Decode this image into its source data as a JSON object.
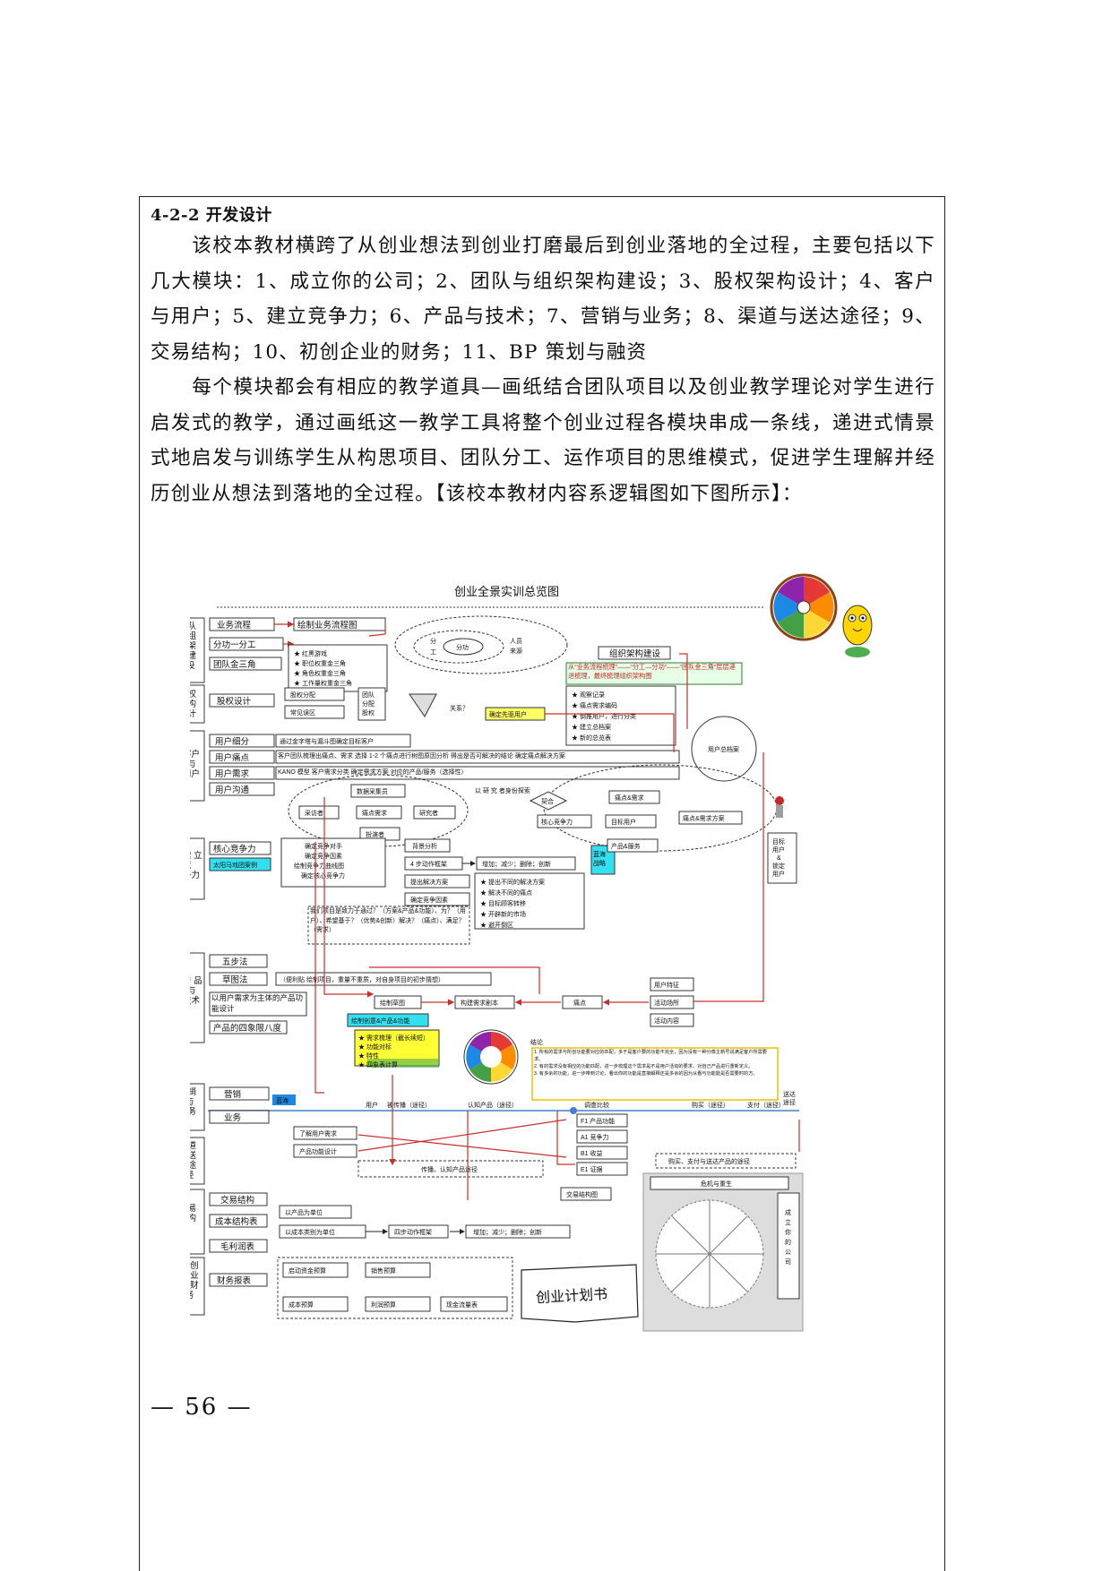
{
  "heading": "4-2-2 开发设计",
  "paragraphs": [
    "该校本教材横跨了从创业想法到创业打磨最后到创业落地的全过程，主要包括以下几大模块：1、成立你的公司；2、团队与组织架构建设；3、股权架构设计；4、客户与用户；5、建立竞争力；6、产品与技术；7、营销与业务；8、渠道与送达途径；9、交易结构；10、初创企业的财务；11、BP 策划与融资",
    "每个模块都会有相应的教学道具—画纸结合团队项目以及创业教学理论对学生进行启发式的教学，通过画纸这一教学工具将整个创业过程各模块串成一条线，递进式情景式地启发与训练学生从构思项目、团队分工、运作项目的思维模式，促进学生理解并经历创业从想法到落地的全过程。【该校本教材内容系逻辑图如下图所示】："
  ],
  "page_number": "— 56 —",
  "diagram": {
    "title": "创业全景实训总览图",
    "left_modules": [
      "团队与组织架构建设",
      "股权架构设计",
      "客户与用户",
      "建立竞争力",
      "产品与技术",
      "营销与业务",
      "渠道与送达途径",
      "交易结构",
      "初创企业的财务"
    ],
    "team": {
      "items": [
        "业务流程",
        "分功一分工",
        "团队金三角"
      ],
      "draw": "绘制业务流程图",
      "ellipse": [
        "分",
        "工",
        "分功",
        "人员",
        "来源"
      ],
      "stars": [
        "红黑游戏",
        "职位权重金三角",
        "角色权重金三角",
        "工作量权重金三角"
      ],
      "org_box": "组织架构建设",
      "org_note": "从“业务流程梳理”——“分工—分功”——“团队金三角”层层递进梳理，最终梳理组织架构图"
    },
    "equity": {
      "item": "股权设计",
      "subs": [
        "股权分配",
        "常见误区"
      ],
      "result": "团队分配股权",
      "ask": "关系？",
      "seed": "确定先驱用户"
    },
    "customer": {
      "items": [
        "用户细分",
        "用户痛点",
        "用户需求",
        "用户沟通"
      ],
      "rows": [
        "通过金字塔与漏斗图确定目标客户",
        "客户团队梳理出痛点、需求 选择 1-2 个痛点进行树图原因分析 得出是否可解决的结论 确定痛点解决方案",
        "KANO 模型    客户需求分类    确定需求方案    对应的产品/服务（选择性）"
      ],
      "stars": [
        "观察记录",
        "痛点需求编码",
        "倒推用户，进行分类",
        "建立总档案",
        "新的总览表"
      ],
      "collector": "数据采集员",
      "interviewer": "采访者",
      "pain_need": "痛点需求",
      "researcher": "研究者",
      "actor": "扮演者",
      "role_note": "以 研 究 者身份探索",
      "user_archive": "用户总档案"
    },
    "compete": {
      "items": [
        "核心竞争力",
        "太阳马戏团案例"
      ],
      "steps": [
        "确定竞争对手",
        "确定竞争因素",
        "绘制竞争力曲线图",
        "确定核心竞争力"
      ],
      "subs": [
        "背景分析",
        "4 步动作框架",
        "提出解决方案",
        "确定竞争因素"
      ],
      "actions": "增加；减少；删除；创新",
      "stars": [
        "提出不同的解决方案",
        "解决不同的痛点",
        "目标顾客转移",
        "开辟新的市场",
        "避开倒区"
      ],
      "question": "我们项目是致力于通过？（方案&产品&功能）、为？（用户）、希望基于？（优势&创新）解决？（痛点）、满足？（需求）",
      "fit": "契合",
      "core": "核心竞争力",
      "target": "目标用户",
      "pain": "痛点&需求",
      "plan": "痛点&需求方案",
      "product": "产品&服务",
      "blue": "蓝海战略",
      "side": "目标用户&锁定用户"
    },
    "product": {
      "items": [
        "五步法",
        "草图法",
        "以用户需求为主体的产品功能设计",
        "产品的四象限八度"
      ],
      "sketch_note": "（便利贴 绘制项目，重量不重质，对自身项目的初步猜想）",
      "draw": "绘制草图",
      "script": "构建需求剧本",
      "pain": "痛点",
      "features": [
        "用户特征",
        "活动场所",
        "活动内容"
      ],
      "creative": "绘制创意&产品&功能",
      "stars": [
        "需求梳理（截长续短）",
        "功能对标",
        "特性",
        "四象表计算"
      ],
      "conclusion": "结论",
      "conclusion_lines": [
        "1. 所有的需求与所创功能要对应的匹配，多于是客户要的功能不完全，因为没有一种分像主新号说满足客户所需要求。",
        "2. 有的需求没有相应的功能匹配，进一步梳理这个需求是不是用户活动的要求，对自己产品进行重新定义。",
        "3. 有多余的功能，进一步带到讨论，看出你的功能是直接解释还是多余的因为从看与功能能是否需要时的方。"
      ],
      "deliver": "送达途径"
    },
    "marketing": {
      "items": [
        "营销",
        "业务"
      ],
      "blue": "蓝海",
      "path": [
        "用户",
        "被传播（途径）",
        "认知产品（途径）",
        "调查比较",
        "购买（途径）",
        "支付（途径）"
      ],
      "learn": "了解用户需求",
      "design": "产品功能设计",
      "factors": [
        "F1 产品功能",
        "A1 竞争力",
        "B1 收益",
        "E1 证据"
      ]
    },
    "channel": {
      "spread": "传播、认知产品途径",
      "buy": "购买、支付与送达产品的途径",
      "crisis": "危机与重生",
      "company": "成立你的公司"
    },
    "trade": {
      "items": [
        "交易结构",
        "成本结构表",
        "毛利润表"
      ],
      "subs": [
        "以产品为单位",
        "以成本类别为单位"
      ],
      "frame": "四步动作框架",
      "actions": "增加；减少；删除；创新",
      "chart": "交易结构图"
    },
    "finance": {
      "item": "财务报表",
      "budgets": [
        "启动资金预算",
        "销售预算",
        "成本预算",
        "利润预算",
        "现金流量表"
      ],
      "plan": "创业计划书"
    }
  }
}
